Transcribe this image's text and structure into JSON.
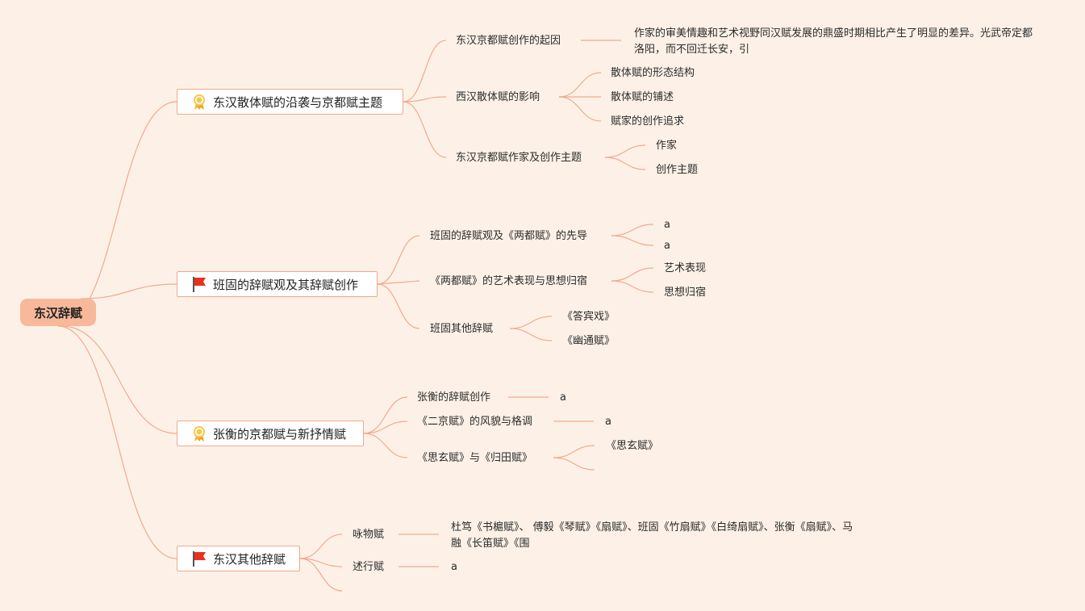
{
  "root": {
    "label": "东汉辞赋"
  },
  "branches": [
    {
      "label": "东汉散体赋的沿袭与京都赋主题",
      "icon": "ribbon-medal-icon",
      "children": [
        {
          "label": "东汉京都赋创作的起因",
          "leaves": [
            "作家的审美情趣和艺术视野同汉赋发展的鼎盛时期相比产生了明显的差异。光武帝定都洛阳，而不回迁长安，引"
          ]
        },
        {
          "label": "西汉散体赋的影响",
          "leaves": [
            "散体赋的形态结构",
            "散体赋的铺述",
            "赋家的创作追求"
          ]
        },
        {
          "label": "东汉京都赋作家及创作主题",
          "leaves": [
            "作家",
            "创作主题"
          ]
        }
      ]
    },
    {
      "label": "班固的辞赋观及其辞赋创作",
      "icon": "red-flag-icon",
      "children": [
        {
          "label": "班固的辞赋观及《两都赋》的先导",
          "leaves": [
            "a",
            "a"
          ]
        },
        {
          "label": "《两都赋》的艺术表现与思想归宿",
          "leaves": [
            "艺术表现",
            "思想归宿"
          ]
        },
        {
          "label": "班固其他辞赋",
          "leaves": [
            "《答宾戏》",
            "《幽通赋》"
          ]
        }
      ]
    },
    {
      "label": "张衡的京都赋与新抒情赋",
      "icon": "ribbon-medal-icon",
      "children": [
        {
          "label": "张衡的辞赋创作",
          "leaves": [
            "a"
          ]
        },
        {
          "label": "《二京赋》的风貌与格调",
          "leaves": [
            "a"
          ]
        },
        {
          "label": "《思玄赋》与《归田赋》",
          "leaves": [
            "《思玄赋》",
            ""
          ]
        }
      ]
    },
    {
      "label": "东汉其他辞赋",
      "icon": "red-flag-icon",
      "children": [
        {
          "label": "咏物赋",
          "leaves": [
            "杜笃《书槴赋》、 傅毅《琴赋》《扇赋》、班固《竹扇赋》《白绮扇赋》、张衡《扇赋》、马融《长笛赋》《围"
          ]
        },
        {
          "label": "述行赋",
          "leaves": [
            "a"
          ]
        },
        {
          "label": "",
          "leaves": []
        }
      ]
    }
  ],
  "colors": {
    "background": "#fdf1e7",
    "root_fill": "#f7b99a",
    "link": "#f2a98f",
    "box_border": "#f3a788"
  }
}
